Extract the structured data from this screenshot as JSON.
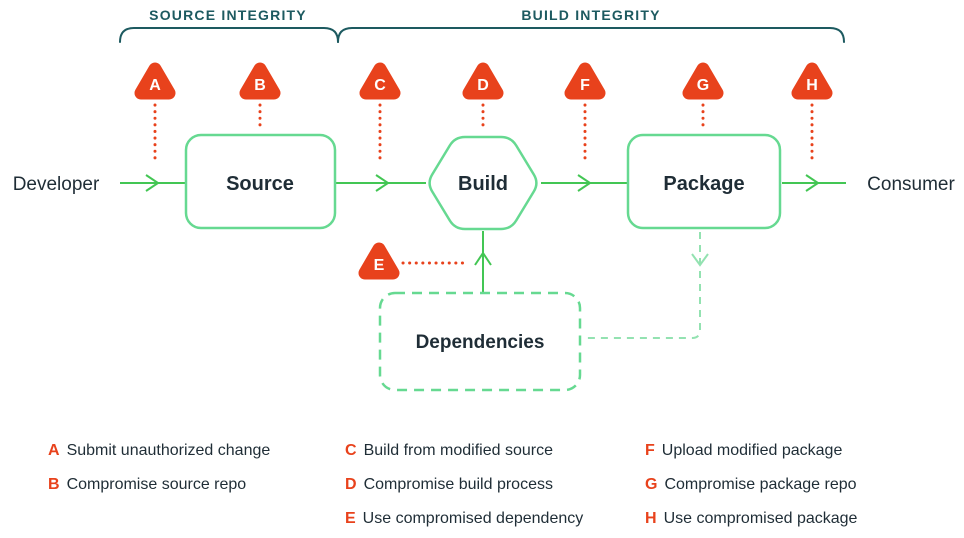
{
  "groups": {
    "source_integrity": "SOURCE INTEGRITY",
    "build_integrity": "BUILD INTEGRITY"
  },
  "nodes": {
    "developer": "Developer",
    "source": "Source",
    "build": "Build",
    "package": "Package",
    "dependencies": "Dependencies",
    "consumer": "Consumer"
  },
  "threats": [
    {
      "letter": "A",
      "label": "Submit unauthorized change"
    },
    {
      "letter": "B",
      "label": "Compromise source repo"
    },
    {
      "letter": "C",
      "label": "Build from modified source"
    },
    {
      "letter": "D",
      "label": "Compromise build process"
    },
    {
      "letter": "E",
      "label": "Use compromised dependency"
    },
    {
      "letter": "F",
      "label": "Upload modified package"
    },
    {
      "letter": "G",
      "label": "Compromise package repo"
    },
    {
      "letter": "H",
      "label": "Use compromised package"
    }
  ],
  "colors": {
    "threat_orange": "#e8421c",
    "node_border_green": "#66d991",
    "flow_green": "#43c654",
    "dashed_link_green": "#93e2b1",
    "group_label_teal": "#1d5a60",
    "text_dark": "#1f2d36"
  }
}
